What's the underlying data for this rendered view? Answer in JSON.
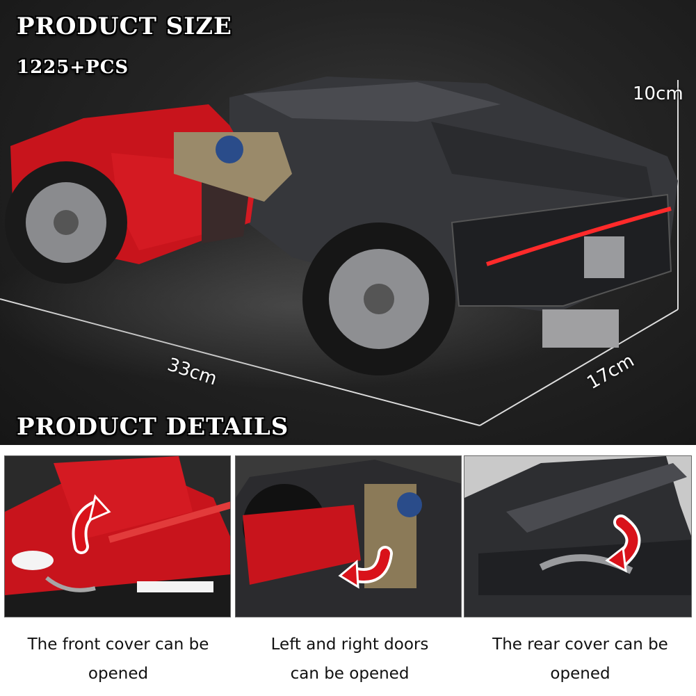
{
  "header": {
    "title": "PRODUCT SIZE",
    "pieces": "1225+PCS"
  },
  "dimensions": {
    "height": "10cm",
    "length": "33cm",
    "width": "17cm"
  },
  "details": {
    "title": "PRODUCT DETAILS",
    "panels": [
      {
        "caption": "The front cover can be opened"
      },
      {
        "caption_line1": "Left and right doors",
        "caption_line2": "can be opened"
      },
      {
        "caption": "The rear cover can be opened"
      }
    ]
  },
  "colors": {
    "body_red": "#c8141c",
    "body_dark": "#2e2f33",
    "arrow_red": "#d9121a",
    "background": "#1e1e1e"
  },
  "icons": [
    "rotate-arrow-icon"
  ]
}
